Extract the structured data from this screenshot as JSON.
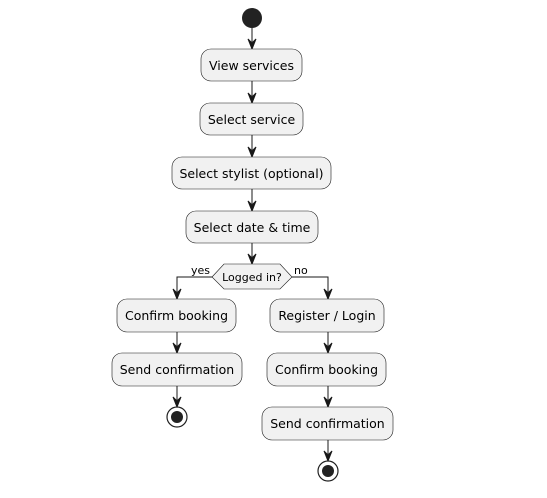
{
  "diagram": {
    "activities": {
      "view_services": "View services",
      "select_service": "Select service",
      "select_stylist": "Select stylist (optional)",
      "select_datetime": "Select date & time",
      "yes_confirm": "Confirm booking",
      "yes_send": "Send confirmation",
      "no_register": "Register / Login",
      "no_confirm": "Confirm booking",
      "no_send": "Send confirmation"
    },
    "decision": {
      "question": "Logged in?",
      "yes_label": "yes",
      "no_label": "no"
    },
    "colors": {
      "activity_fill": "#f1f1f1",
      "stroke": "#181818",
      "background": "#ffffff"
    }
  }
}
